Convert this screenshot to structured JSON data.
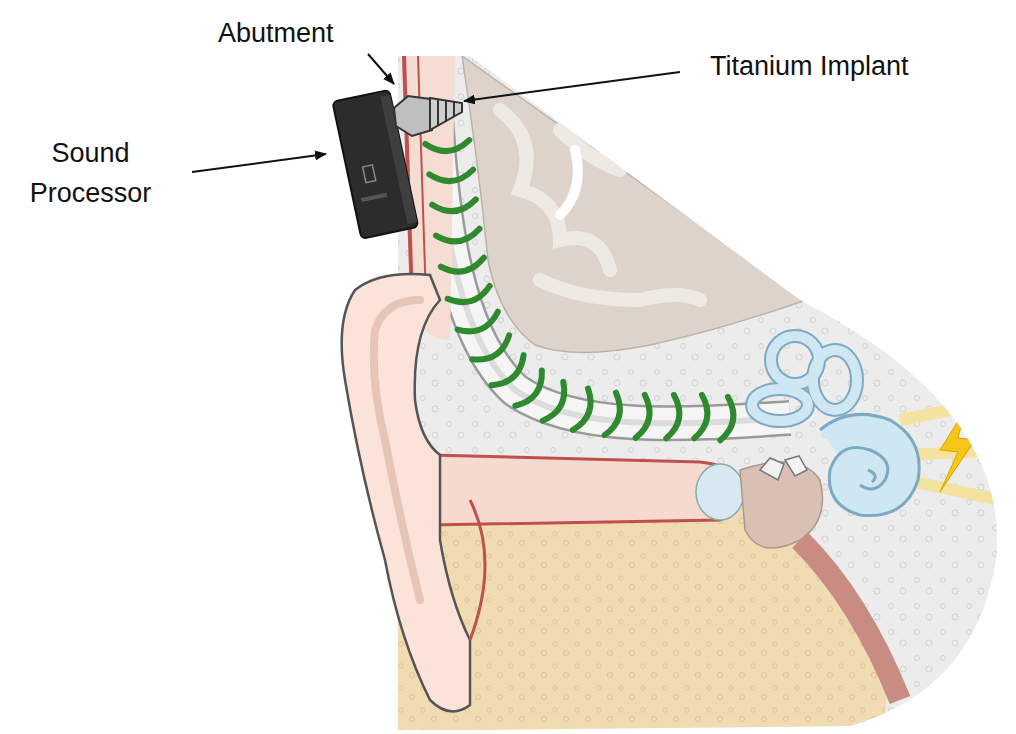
{
  "diagram": {
    "labels": [
      "Abutment",
      "Titanium Implant",
      "Sound Processor"
    ]
  }
}
